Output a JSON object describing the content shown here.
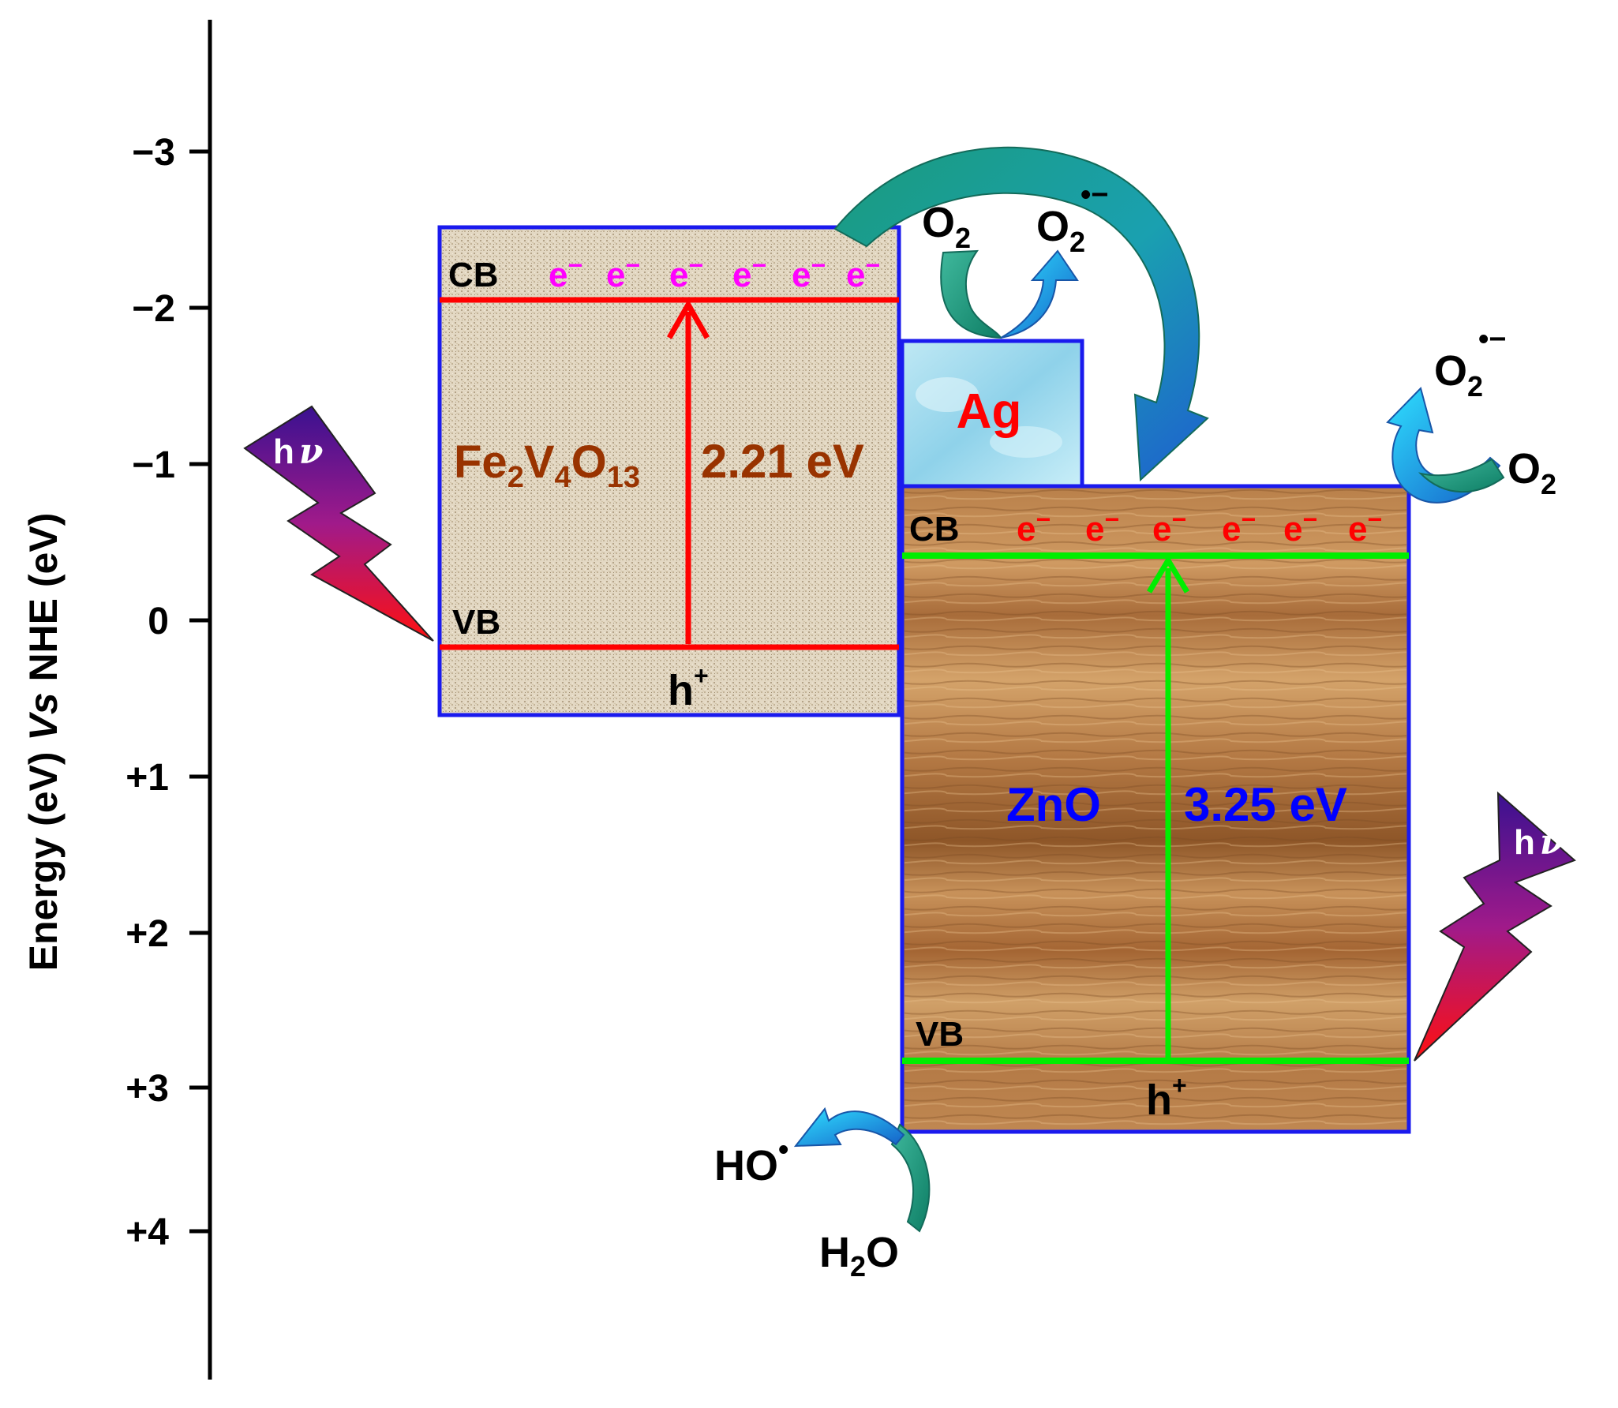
{
  "axis": {
    "label_prefix": "Energy (eV) ",
    "label_italic": "Vs",
    "label_suffix": " NHE (eV)",
    "ticks": [
      "−3",
      "−2",
      "−1",
      "0",
      "+1",
      "+2",
      "+3",
      "+4"
    ]
  },
  "fe2v4o13": {
    "name_main": "Fe",
    "sub1": "2",
    "v": "V",
    "sub2": "4",
    "o": "O",
    "sub3": "13",
    "bandgap": "2.21 eV",
    "cb": "CB",
    "vb": "VB",
    "electron": "e",
    "electron_charge": "−",
    "hole": "h",
    "hole_charge": "+",
    "color_band": "#ff0000",
    "color_electrons": "#ff00ff",
    "color_name": "#993300"
  },
  "zno": {
    "name": "ZnO",
    "bandgap": "3.25 eV",
    "cb": "CB",
    "vb": "VB",
    "electron": "e",
    "electron_charge": "−",
    "hole": "h",
    "hole_charge": "+",
    "color_band": "#00ee00",
    "color_name": "#0000ff"
  },
  "ag": {
    "label": "Ag",
    "color": "#ff0000"
  },
  "light": {
    "h": "h",
    "nu": "ν"
  },
  "reactions": {
    "o2": "O",
    "o2_sub": "2",
    "radical_dot": "•",
    "radical_charge": "−",
    "ho": "HO",
    "h2o_h": "H",
    "h2o_sub": "2",
    "h2o_o": "O"
  },
  "colors": {
    "box_border": "#1a1aee",
    "arrow_teal": "#1a9b7c",
    "arrow_blue": "#1e7fd0"
  }
}
